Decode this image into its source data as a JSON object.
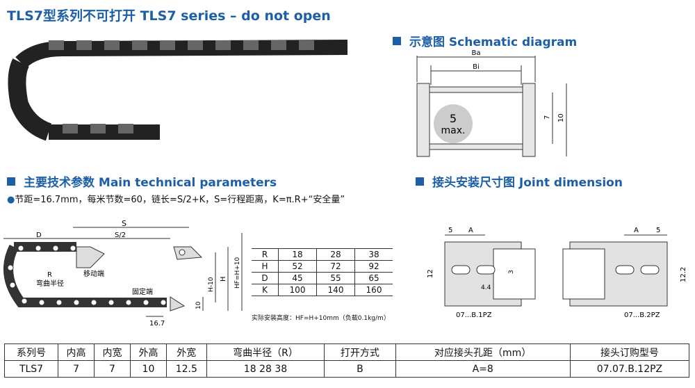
{
  "title": "TLS7型系列不可打开 TLS7 series – do not open",
  "sections": {
    "schematic": "示意图 Schematic diagram",
    "params": "主要技术参数 Main technical parameters",
    "joint": "接头安装尺寸图 Joint dimension"
  },
  "param_line": "节距=16.7mm，每米节数=60，链长=S/2+K，S=行程距离，K=π.R+“安全量”",
  "schematic": {
    "ba": "Ba",
    "bi": "Bi",
    "h7": "7",
    "h10": "10",
    "max1": "5",
    "max2": "max."
  },
  "side": {
    "S": "S",
    "S2": "S/2",
    "D": "D",
    "R": "R",
    "radius": "弯曲半径",
    "moving": "移动端",
    "fixed": "固定端",
    "pitch": "16.7",
    "h10": "10",
    "hm10": "H-10",
    "H": "H",
    "hf": "HF=H+10"
  },
  "param_table": [
    [
      "R",
      "18",
      "28",
      "38"
    ],
    [
      "H",
      "52",
      "72",
      "92"
    ],
    [
      "D",
      "45",
      "55",
      "65"
    ],
    [
      "K",
      "100",
      "140",
      "160"
    ]
  ],
  "note": "实际安装高度：HF=H+10mm（负载0.1kg/m）",
  "joint": {
    "five_l": "5",
    "a_l": "A",
    "a_r": "A",
    "five_r": "5",
    "h12": "12",
    "h122": "12.2",
    "three": "3",
    "four4": "4.4",
    "pz1": "07...B.1PZ",
    "pz2": "07...B.2PZ"
  },
  "spec": {
    "headers": [
      "系列号",
      "内高",
      "内宽",
      "外高",
      "外宽",
      "弯曲半径（R）",
      "打开方式",
      "对应接头孔距（mm）",
      "接头订购型号"
    ],
    "row": [
      "TLS7",
      "7",
      "7",
      "10",
      "12.5",
      "18 28 38",
      "B",
      "A=8",
      "07.07.B.12PZ"
    ]
  },
  "colors": {
    "blue": "#1d5fa6"
  }
}
